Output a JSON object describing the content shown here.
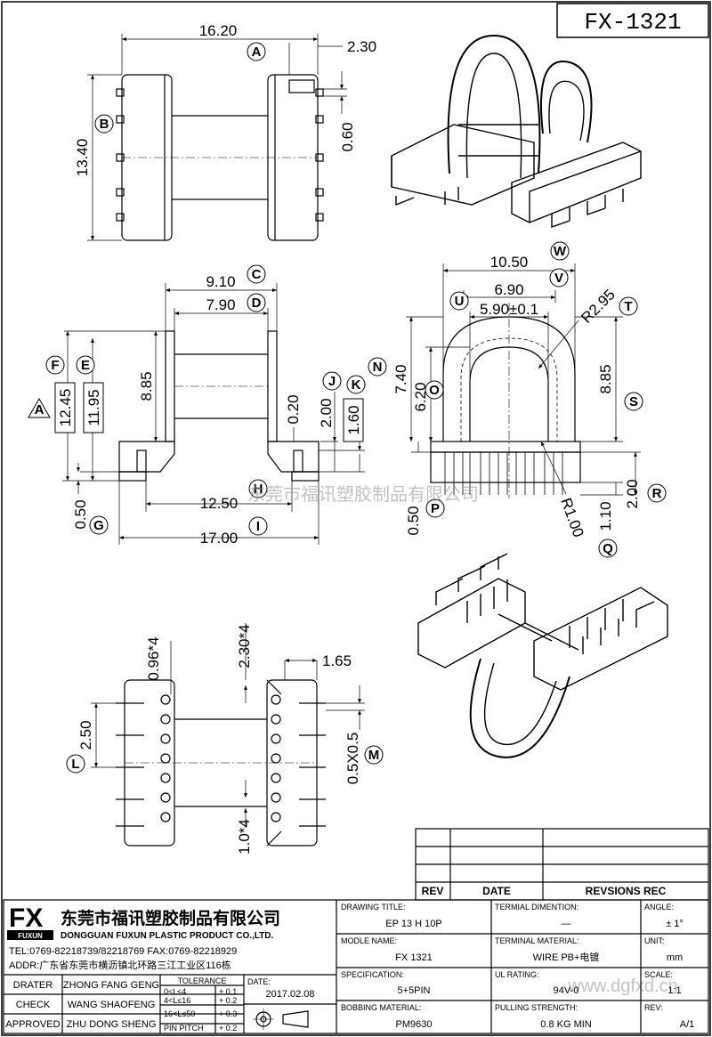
{
  "part_no": "FX-1321",
  "company": {
    "logo": "FX",
    "logo_sub": "FUXUN",
    "name_cn": "东莞市福讯塑胶制品有限公司",
    "name_en": "DONGGUAN FUXUN PLASTIC PRODUCT CO.,LTD.",
    "tel": "TEL:0769-82218739/82218769 FAX:0769-82218929",
    "addr": "ADDR:广东省东莞市横沥镇北环路三江工业区116栋"
  },
  "watermark": "东莞市福讯塑胶制品有限公司",
  "watermark_url": "www.dgfxd.cn",
  "dims": {
    "top_width": "16.20",
    "top_pin": "2.30",
    "top_height": "13.40",
    "top_gap": "0.60",
    "side_c": "9.10",
    "side_d": "7.90",
    "side_h": "8.85",
    "side_f": "12.45",
    "side_e": "11.95",
    "side_j": "2.00",
    "side_k": "1.60",
    "side_020": "0.20",
    "side_base": "12.50",
    "side_total": "17.00",
    "side_050": "0.50",
    "front_w": "10.50",
    "front_v": "6.90",
    "front_t": "5.90±0.1",
    "front_r": "R2.95",
    "front_n": "7.40",
    "front_o": "6.20",
    "front_s": "8.85",
    "front_r1": "R1.00",
    "front_050": "0.50",
    "front_110": "1.10",
    "front_200": "2.00",
    "bot_096": "0.96*4",
    "bot_230": "2.30*4",
    "bot_165": "1.65",
    "bot_250": "2.50",
    "bot_05": "0.5X0.5",
    "bot_10": "1.0*4"
  },
  "letters": [
    "A",
    "B",
    "C",
    "D",
    "E",
    "F",
    "G",
    "H",
    "I",
    "J",
    "K",
    "L",
    "M",
    "N",
    "O",
    "P",
    "Q",
    "R",
    "S",
    "T",
    "U",
    "V",
    "W",
    "A"
  ],
  "rev_table": {
    "headers": [
      "REV",
      "DATE",
      "REVSIONS REC"
    ]
  },
  "title_block": {
    "drawing_title_label": "DRAWING TITLE:",
    "drawing_title": "EP 13 H 10P",
    "terminal_dim_label": "TERMIAL DIMENTION:",
    "terminal_dim": "—",
    "angle_label": "ANGLE:",
    "angle": "± 1°",
    "model_label": "MODLE NAME:",
    "model": "FX 1321",
    "terminal_mat_label": "TERMINAL MATERIAL:",
    "terminal_mat": "WIRE PB+电镀",
    "unit_label": "UNIT:",
    "unit": "mm",
    "spec_label": "SPECIFICATION:",
    "spec": "5+5PIN",
    "ul_label": "UL RATING:",
    "ul": "94V-0",
    "scale_label": "SCALE:",
    "scale": "1:1",
    "bobbin_label": "BOBBING MATERIAL:",
    "bobbin": "PM9630",
    "pull_label": "PULLING STRENGTH:",
    "pull": "0.8 KG MIN",
    "rev_label": "REV:",
    "rev": "A/1",
    "drater_label": "DRATER",
    "drater": "ZHONG FANG GENG",
    "check_label": "CHECK",
    "check": "WANG SHAOFENG",
    "approved_label": "APPROVED",
    "approved": "ZHU DONG SHENG",
    "tolerance_label": "TOLERANCE",
    "tol1": "0<L≤4",
    "tol1v": "+ 0.1",
    "tol2": "4<L≤16",
    "tol2v": "+ 0.2",
    "tol3": "16<L≤50",
    "tol3v": "+ 0.3",
    "tol4": "PIN PITCH",
    "tol4v": "+ 0.2",
    "date_label": "DATE:",
    "date": "2017.02.08"
  }
}
